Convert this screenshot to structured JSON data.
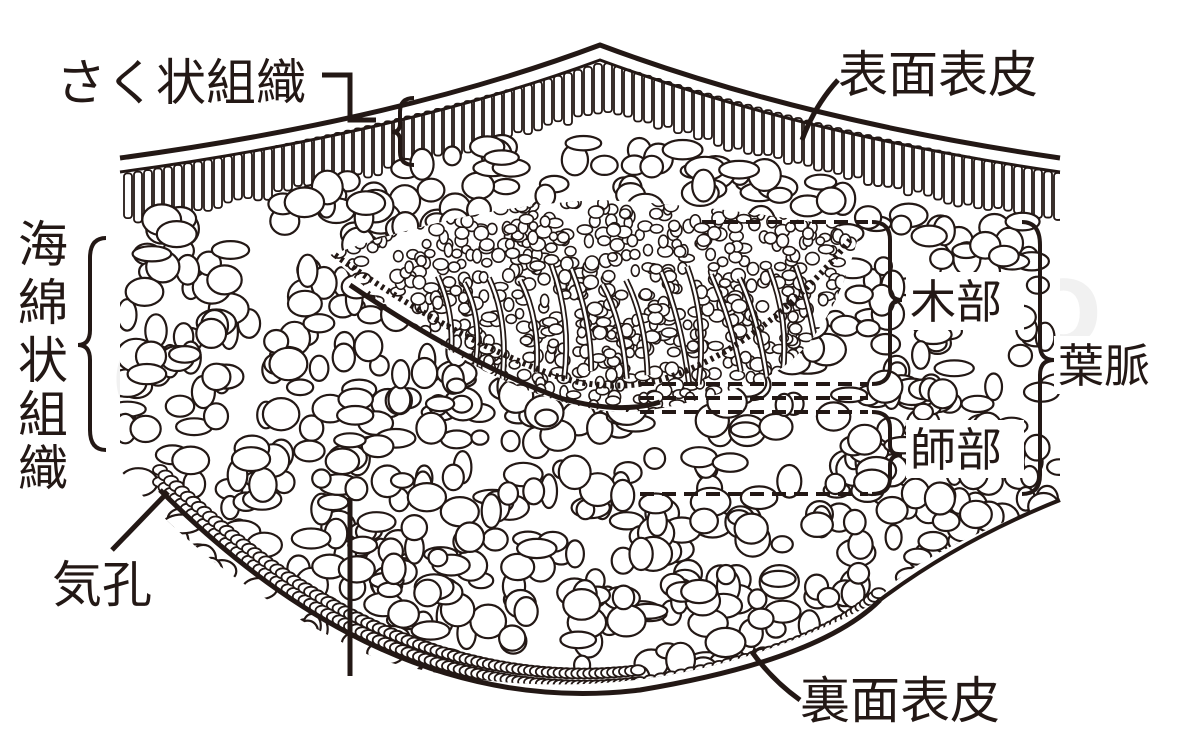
{
  "colors": {
    "ink": "#231815",
    "paper": "#ffffff",
    "watermark": "#e6e6e6"
  },
  "labels": {
    "palisade": "さく状組織",
    "upper_epidermis": "表面表皮",
    "spongy_chars": [
      "海",
      "綿",
      "状",
      "組",
      "織"
    ],
    "xylem": "木部",
    "phloem": "師部",
    "vein": "葉脈",
    "stoma": "気孔",
    "lower_epidermis": "裏面表皮"
  }
}
